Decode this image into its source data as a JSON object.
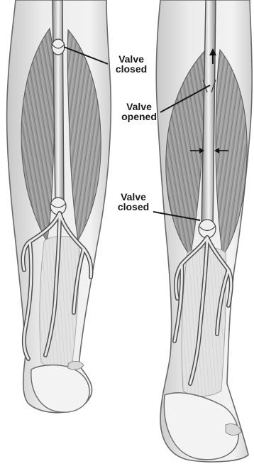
{
  "callouts": [
    {
      "line1": "Valve",
      "line2": "closed"
    },
    {
      "line1": "Valve",
      "line2": "opened"
    },
    {
      "line1": "Valve",
      "line2": "closed"
    }
  ]
}
